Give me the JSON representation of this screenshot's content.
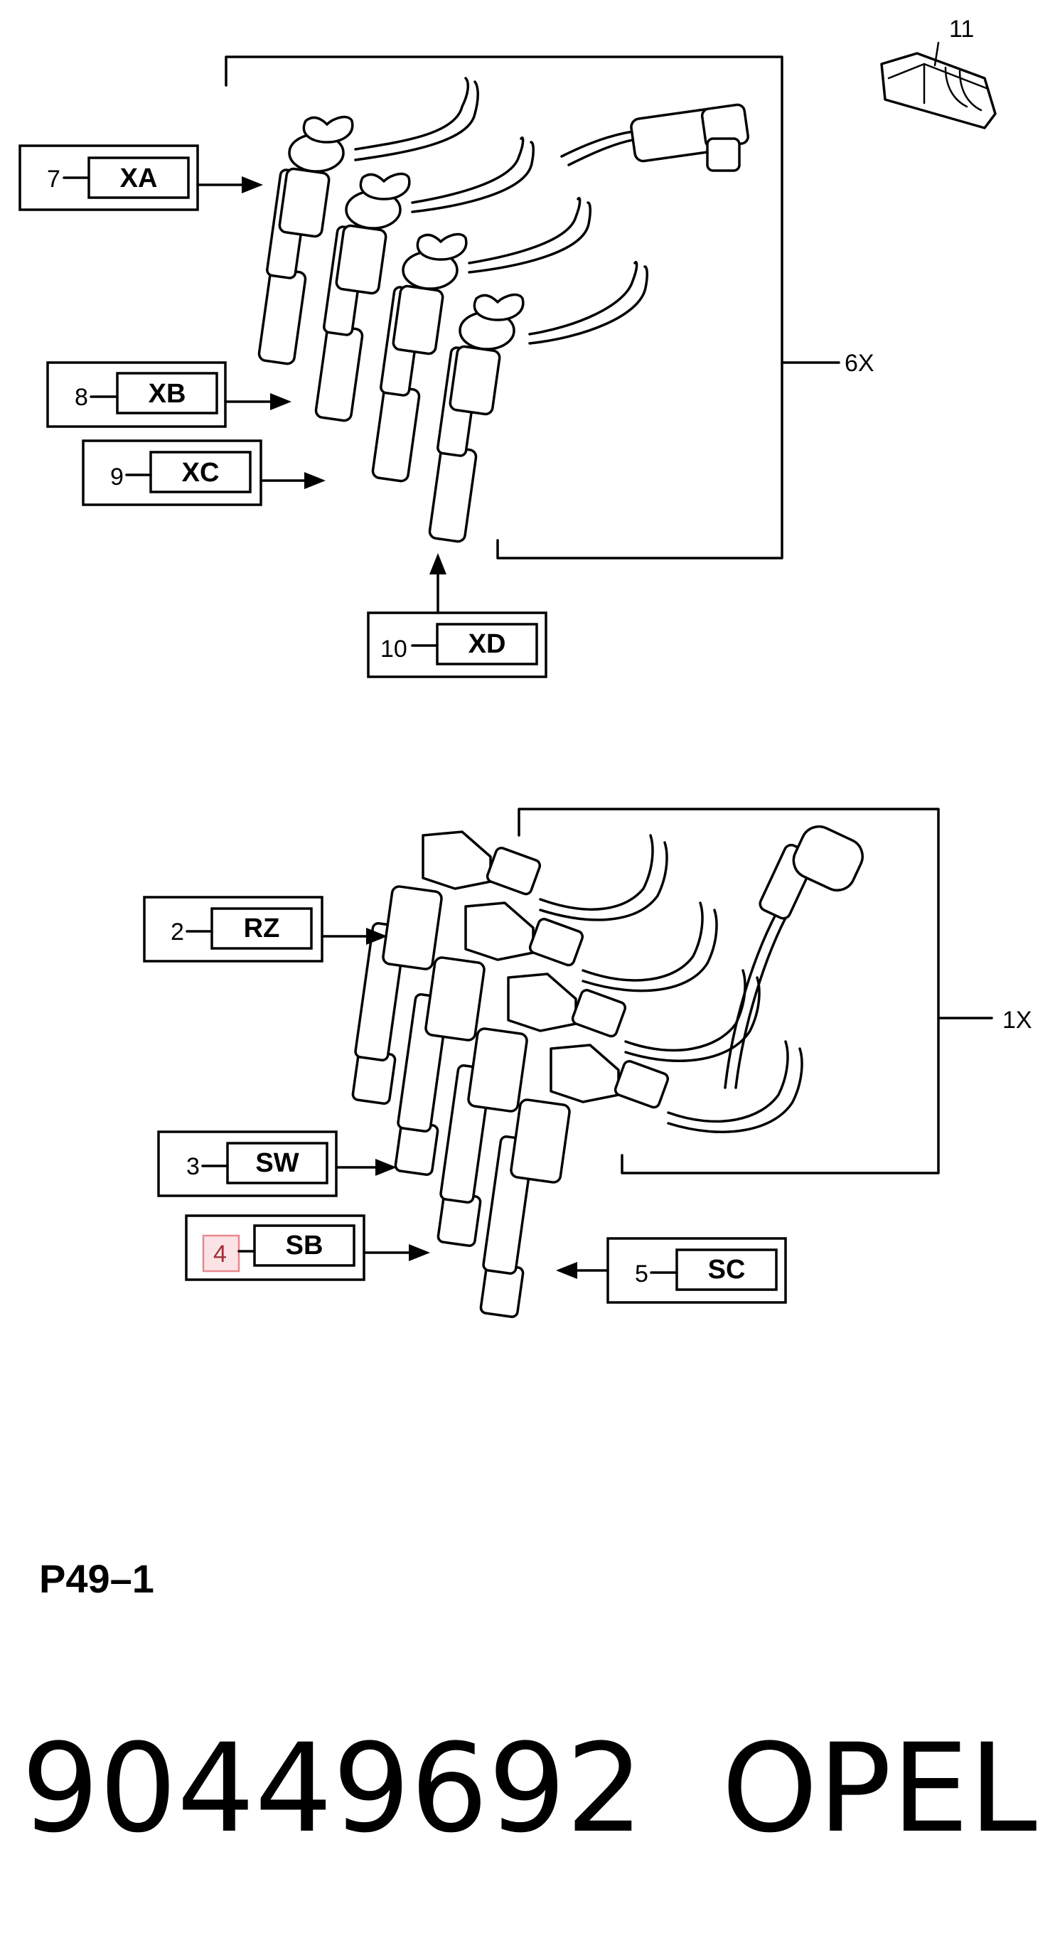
{
  "upper_group": {
    "set_label": "6X",
    "callouts": [
      {
        "number": "7",
        "code": "XA"
      },
      {
        "number": "8",
        "code": "XB"
      },
      {
        "number": "9",
        "code": "XC"
      },
      {
        "number": "10",
        "code": "XD"
      }
    ],
    "clip_number": "11"
  },
  "lower_group": {
    "set_label": "1X",
    "callouts": [
      {
        "number": "2",
        "code": "RZ"
      },
      {
        "number": "3",
        "code": "SW"
      },
      {
        "number": "4",
        "code": "SB",
        "highlighted": true
      },
      {
        "number": "5",
        "code": "SC"
      }
    ]
  },
  "highlight_color": "#e8888f",
  "highlight_fill": "#fbe3e5",
  "reference": "P49–1",
  "part_number": "90449692",
  "brand": "OPEL"
}
